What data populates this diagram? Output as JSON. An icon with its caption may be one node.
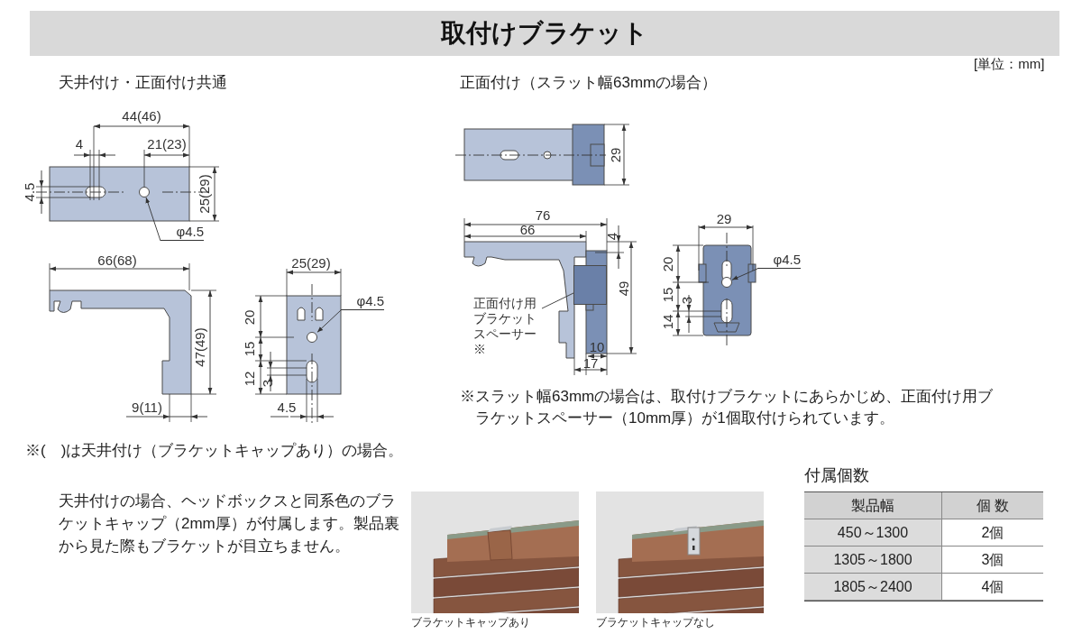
{
  "diagram": {
    "title": "取付けブラケット",
    "nodes": [
      {
        "text": [
          "φ4.5"
        ]
      },
      {
        "text": [],
        "shape": "circle"
      },
      {
        "text": [
          "φ4.5"
        ]
      },
      {
        "text": [],
        "shape": "circle"
      },
      {
        "text": [
          "正面付け用ブラケットスペーサー※"
        ]
      },
      {
        "text": [],
        "shape": "box"
      },
      {
        "text": [
          "φ4.5"
        ]
      },
      {
        "text": [],
        "shape": "circle"
      },
      {
        "text": [],
        "shape": "picture",
        "beside": [
          "ブラケットキャップあり"
        ]
      },
      {
        "text": [],
        "shape": "picture",
        "beside": [
          "ブラケットキャップなし"
        ]
      }
    ],
    "edges": [
      {
        "from": 0,
        "to": 1,
        "arrow": "to"
      },
      {
        "from": 2,
        "to": 3,
        "arrow": "to"
      },
      {
        "from": 4,
        "to": 5,
        "arrow": "none"
      },
      {
        "from": 6,
        "to": 7,
        "arrow": "to"
      }
    ],
    "labels": [
      "[単位：mm]",
      "天井付け・正面付け共通",
      "正面付け（スラット幅63mmの場合）",
      "44(46)",
      "4",
      "21(23)",
      "4.5",
      "25(29)",
      "66(68)",
      "47(49)",
      "9(11)",
      "25(29)",
      "20",
      "15",
      "12",
      "3",
      "4.5",
      "29",
      "76",
      "66",
      "4",
      "49",
      "10",
      "17",
      "29",
      "20",
      "15",
      "3",
      "14",
      "※スラット幅63mmの場合は、取付けブラケットにあらかじめ、正面付け用ブラケットスペーサー（10mm厚）が1個取付けられています。",
      "※(　)は天井付け（ブラケットキャップあり）の場合。",
      "天井付けの場合、ヘッドボックスと同系色のブラケットキャップ（2mm厚）が付属します。製品裏から見た際もブラケットが目立ちません。",
      "付属個数",
      "製品幅",
      "個 数",
      "450～1300",
      "2個",
      "1305～1800",
      "3個",
      "1805～2400",
      "4個"
    ]
  }
}
